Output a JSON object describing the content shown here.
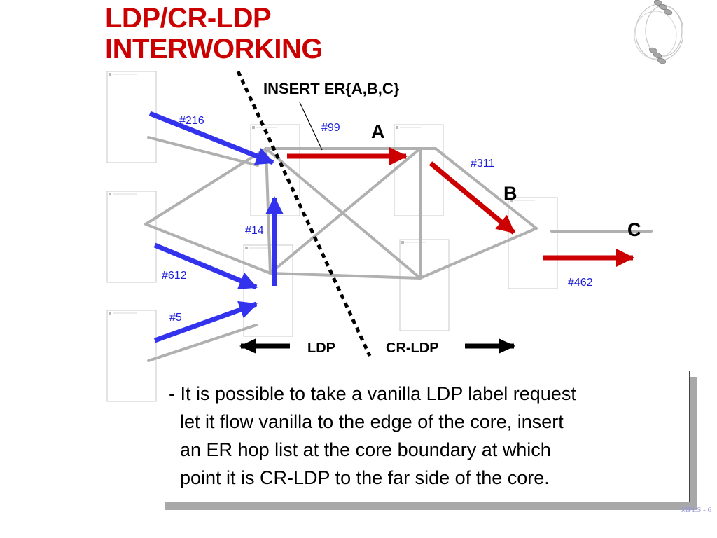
{
  "title": {
    "line1": "LDP/CR-LDP",
    "line2": "INTERWORKING"
  },
  "colors": {
    "title": "#cc0000",
    "ldp_arrow": "#3333ee",
    "crldp_arrow": "#cc0000",
    "link": "#b0b0b0",
    "label_blue": "#1c1cd8"
  },
  "diagram": {
    "insert_label": "INSERT ER{A,B,C}",
    "nodes": {
      "a": "A",
      "b": "B",
      "c": "C"
    },
    "labels": {
      "l216": "#216",
      "l99": "#99",
      "l311": "#311",
      "l14": "#14",
      "l612": "#612",
      "l5": "#5",
      "l462": "#462"
    },
    "region_left": "LDP",
    "region_right": "CR-LDP"
  },
  "callout": {
    "lines": [
      "- It is possible to take a vanilla LDP label request",
      "let it flow vanilla to the edge of the core, insert",
      "an ER hop list at the core boundary at which",
      "point it is CR-LDP to the far side of the core."
    ]
  },
  "footer": "MPLS - 6"
}
